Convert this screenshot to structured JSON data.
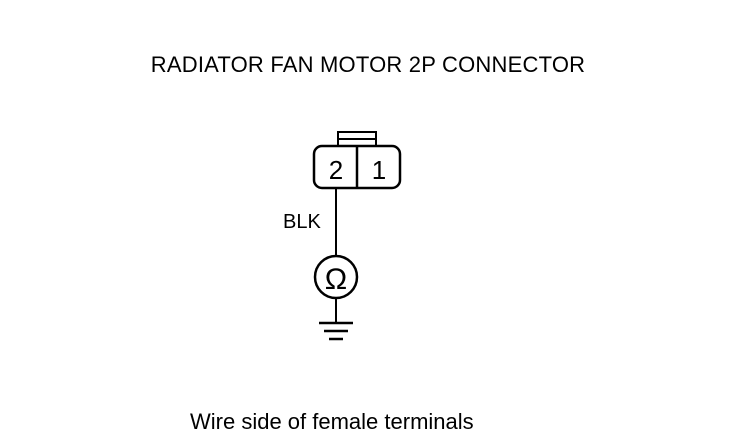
{
  "diagram": {
    "title": "RADIATOR FAN MOTOR 2P CONNECTOR",
    "connector": {
      "terminals": [
        "2",
        "1"
      ]
    },
    "wire_label": "BLK",
    "meter_symbol": "Ω",
    "caption": "Wire side of female terminals"
  }
}
